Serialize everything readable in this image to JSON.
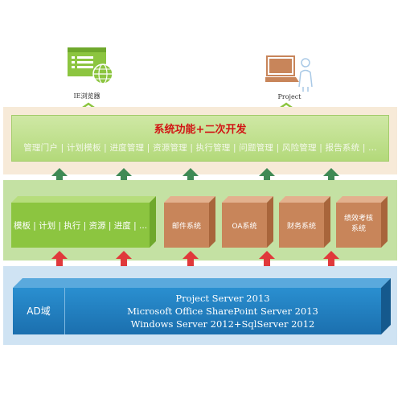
{
  "icons": {
    "browser_label": "IE浏览器",
    "project_label": "Project"
  },
  "top_layer": {
    "title": "系统功能+二次开发",
    "subtitle": "管理门户 | 计划模板 | 进度管理 | 资源管理 | 执行管理 | 问题管理 | 风险管理 | 报告系统 | ..."
  },
  "middle_layer": {
    "module_text": "模板 | 计划 | 执行 | 资源 | 进度 | ...",
    "boxes": [
      "邮件系统",
      "OA系统",
      "财务系统",
      "绩效考核\n系统"
    ]
  },
  "bottom_layer": {
    "ad_label": "AD域",
    "servers": [
      "Project Server 2013",
      "Microsoft Office SharePoint Server 2013",
      "Windows Server 2012+SqlServer 2012"
    ]
  },
  "colors": {
    "accent_red": "#d21414",
    "green_arrow": "#3f8a55",
    "red_arrow": "#e0393b",
    "module_green": "#8cc540",
    "module_orange": "#c8855a",
    "server_blue": "#1b6fae"
  }
}
